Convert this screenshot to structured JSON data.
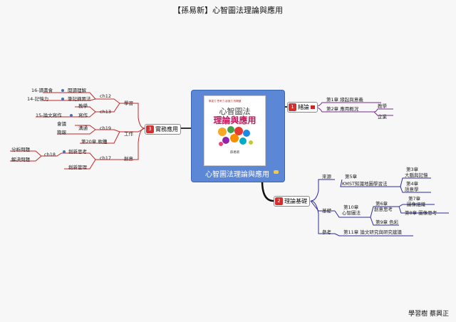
{
  "title": "【孫易新】心智圖法理論與應用",
  "footer": "學習樹 蔡興正",
  "central": {
    "label": "心智圖法理論與應用",
    "book": {
      "subtitle": "學習力 思考力 創造力 的關鍵",
      "title_line1": "心智圖法",
      "title_line2": "理論與應用",
      "author": "孫易新"
    }
  },
  "branches": {
    "b1": {
      "number": "1",
      "label": "緒論",
      "ch1": "第1章 緣起與意義",
      "ch2": "第2章 應用概況",
      "teaching": "教學",
      "business": "企業"
    },
    "b2": {
      "number": "2",
      "label": "理論基礎",
      "source": "來源",
      "ch5_a": "第5章",
      "ch5_b": "KMST知識地圖學習法",
      "ch3_a": "第3章",
      "ch3_b": "大腦與記憶",
      "ch4_a": "第4章",
      "ch4_b": "語意學",
      "basis": "基礎",
      "ch10_a": "第10章",
      "ch10_b": "心智圖法",
      "ch6_a": "第6章",
      "ch6_b": "創意思考",
      "ch7_a": "第7章",
      "ch7_b": "圖像組織",
      "ch8": "第8章 圖像思考",
      "ch9": "第9章 色彩",
      "ref": "參考",
      "ch11": "第11章 論文研究與研究建議"
    },
    "b3": {
      "number": "3",
      "label": "實務應用",
      "study": "學習",
      "ch12": "ch12",
      "reading": "閱讀理解",
      "ch16": "16-讀書會",
      "notes": "筆記摘要法",
      "ch14": "14-記憶力",
      "ch13": "ch13",
      "teach": "教學",
      "write": "寫作",
      "ch15": "15-論文寫作",
      "work": "工作",
      "ch19": "ch19",
      "meeting": "會議",
      "communicate": "溝通",
      "report": "簡報",
      "ch20": "第20章 軟體",
      "creativity": "創意",
      "ch18": "ch18",
      "ch17": "ch17",
      "creative_thinking": "創新思考",
      "analysis": "分析問題",
      "solve": "解決問題",
      "innovation_mgmt": "創新管理"
    }
  }
}
